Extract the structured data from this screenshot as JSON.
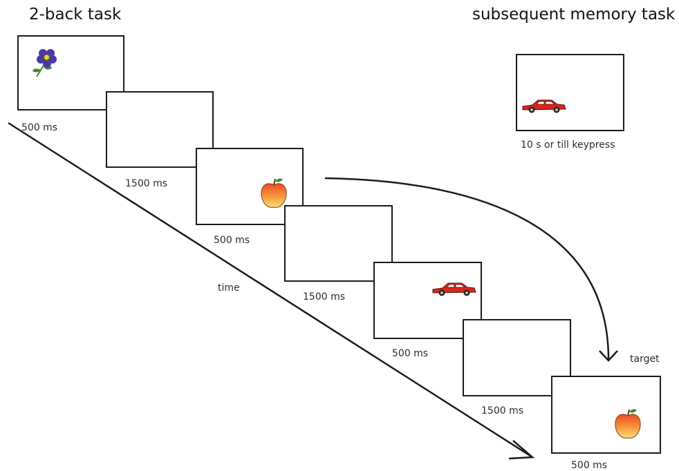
{
  "left_task_title": "2-back task",
  "right_task_title": "subsequent memory task",
  "time_label": "time",
  "target_label": "target",
  "memory_frame_label": "10 s or till keypress",
  "sequence": [
    {
      "duration": "500 ms",
      "stimulus": "flower-icon"
    },
    {
      "duration": "1500 ms",
      "stimulus": ""
    },
    {
      "duration": "500 ms",
      "stimulus": "apple-icon"
    },
    {
      "duration": "1500 ms",
      "stimulus": ""
    },
    {
      "duration": "500 ms",
      "stimulus": "car-icon"
    },
    {
      "duration": "1500 ms",
      "stimulus": ""
    },
    {
      "duration": "500 ms",
      "stimulus": "apple-icon"
    }
  ],
  "colors": {
    "line": "#1a1a1a",
    "apple": "#f0622a",
    "car": "#d8261c",
    "flower": "#4a3aa0",
    "leaf": "#3c8a2e"
  }
}
